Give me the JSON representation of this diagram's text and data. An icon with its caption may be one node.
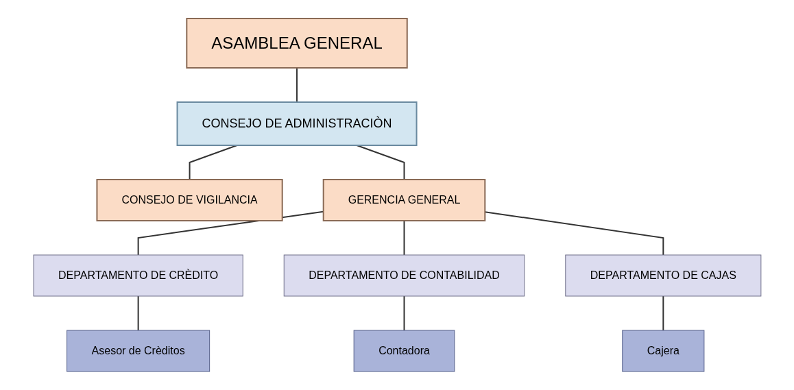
{
  "diagram": {
    "nodes": [
      {
        "text": [
          "ASAMBLEA GENERAL"
        ]
      },
      {
        "text": [
          "CONSEJO DE ADMINISTRACIÒN"
        ]
      },
      {
        "text": [
          "CONSEJO DE VIGILANCIA"
        ]
      },
      {
        "text": [
          "GERENCIA GENERAL"
        ]
      },
      {
        "text": [
          "DEPARTAMENTO DE CRÈDITO"
        ]
      },
      {
        "text": [
          "DEPARTAMENTO DE CONTABILIDAD"
        ]
      },
      {
        "text": [
          "DEPARTAMENTO DE CAJAS"
        ]
      },
      {
        "text": [
          "Asesor de Crèditos"
        ]
      },
      {
        "text": [
          "Contadora"
        ]
      },
      {
        "text": [
          "Cajera"
        ]
      }
    ],
    "edges": [
      {
        "from": 0,
        "to": 1,
        "arrow": "none"
      },
      {
        "from": 1,
        "to": 2,
        "arrow": "none"
      },
      {
        "from": 1,
        "to": 3,
        "arrow": "none"
      },
      {
        "from": 3,
        "to": 4,
        "arrow": "none"
      },
      {
        "from": 3,
        "to": 5,
        "arrow": "none"
      },
      {
        "from": 3,
        "to": 6,
        "arrow": "none"
      },
      {
        "from": 4,
        "to": 7,
        "arrow": "none"
      },
      {
        "from": 5,
        "to": 8,
        "arrow": "none"
      },
      {
        "from": 6,
        "to": 9,
        "arrow": "none"
      }
    ]
  }
}
